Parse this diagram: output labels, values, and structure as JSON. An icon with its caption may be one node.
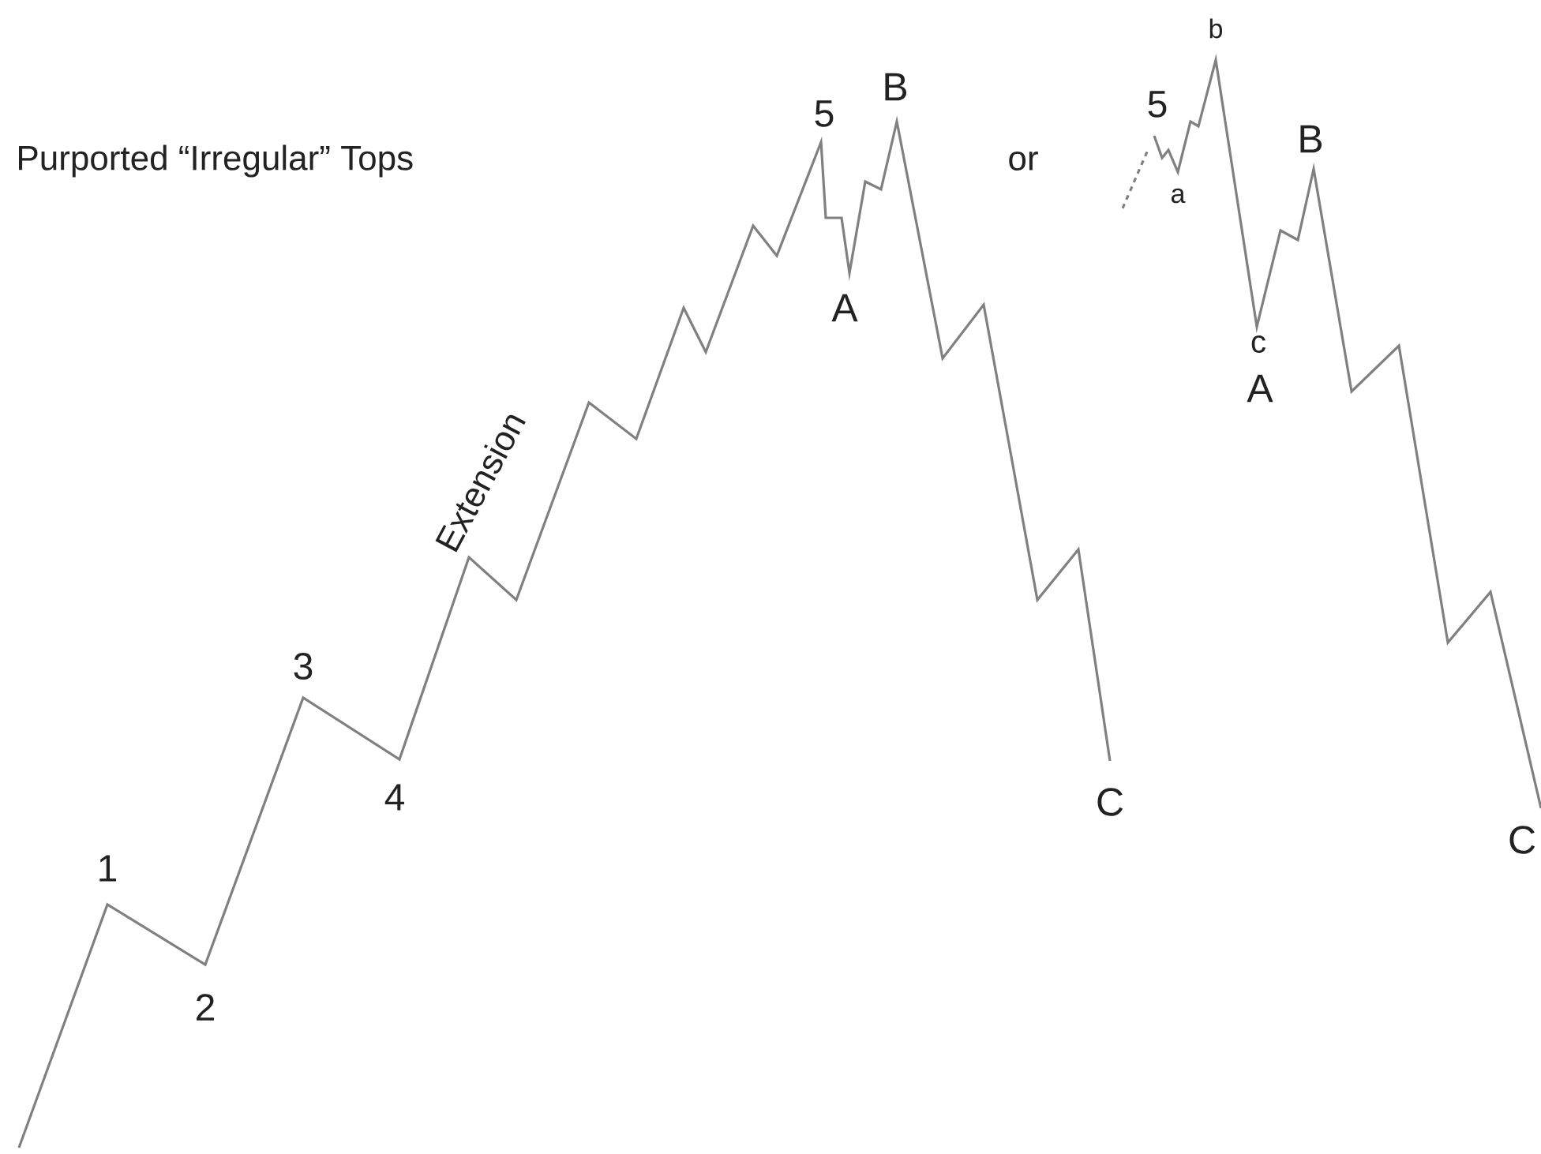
{
  "diagram": {
    "title": "Purported “Irregular” Tops",
    "labels": [
      "1",
      "2",
      "3",
      "4",
      "Extension",
      "5",
      "A",
      "B",
      "or",
      "C",
      "5",
      "b",
      "a",
      "B",
      "c",
      "A",
      "C"
    ]
  }
}
